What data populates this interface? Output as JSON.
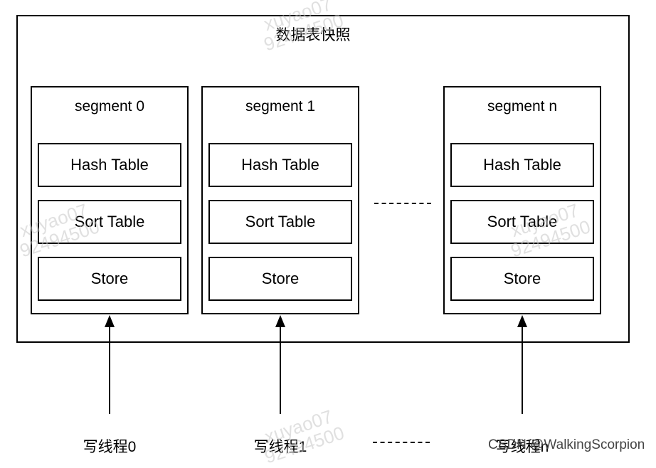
{
  "snapshot_title": "数据表快照",
  "segments": [
    {
      "name": "segment 0",
      "components": [
        "Hash Table",
        "Sort Table",
        "Store"
      ]
    },
    {
      "name": "segment 1",
      "components": [
        "Hash Table",
        "Sort Table",
        "Store"
      ]
    },
    {
      "name": "segment n",
      "components": [
        "Hash Table",
        "Sort Table",
        "Store"
      ]
    }
  ],
  "threads": [
    "写线程0",
    "写线程1",
    "写线程n"
  ],
  "watermark": {
    "line1": "xuyao07",
    "line2": "92494500"
  },
  "credit": "CSDN @WalkingScorpion"
}
